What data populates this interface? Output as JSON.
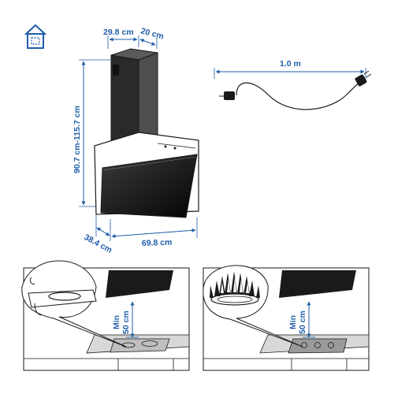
{
  "dimensions": {
    "chimney_width": "29.8 cm",
    "chimney_depth": "20 cm",
    "height_range": "90.7 cm-115.7 cm",
    "hood_depth": "38.4 cm",
    "hood_width": "69.8 cm",
    "cable_length": "1.0 m"
  },
  "installation": {
    "electric_hob_min_distance": "Min\n50 cm",
    "gas_hob_min_distance": "Min\n50 cm",
    "electric_line1": "Min",
    "electric_line2": "50 cm",
    "gas_line1": "Min",
    "gas_line2": "50 cm"
  },
  "icons": {
    "indoor_use": "house-icon",
    "power_cable": "plug-cable-icon",
    "electric_hob": "ceramic-hob-icon",
    "gas_hob": "gas-flame-icon"
  },
  "colors": {
    "dimension_blue": "#1f5ea8",
    "ink": "#1a1a1a"
  }
}
